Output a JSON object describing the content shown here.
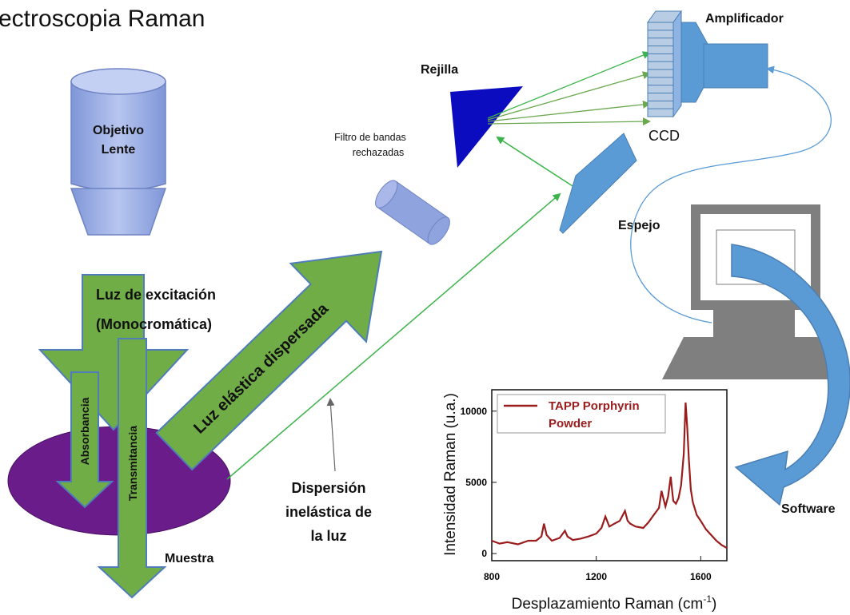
{
  "title": "ectroscopia Raman",
  "labels": {
    "objective_line1": "Objetivo",
    "objective_line2": "Lente",
    "excitation_line1": "Luz de excitación",
    "excitation_line2": "(Monocromática)",
    "absorbance": "Absorbancia",
    "transmittance": "Transmitancia",
    "elastic": "Luz elástica dispersada",
    "sample": "Muestra",
    "inelastic_line1": "Dispersión",
    "inelastic_line2": "inelástica de",
    "inelastic_line3": "la luz",
    "filter_line1": "Filtro de bandas",
    "filter_line2": "rechazadas",
    "grating": "Rejilla",
    "ccd": "CCD",
    "amplifier": "Amplificador",
    "mirror": "Espejo",
    "software": "Software"
  },
  "colors": {
    "green_arrow": "#70ad47",
    "green_light": "#3cb44b",
    "objective": "#8fa3de",
    "sample": "#6a1d8a",
    "grating": "#0b0bbf",
    "optics_blue": "#5b9bd5",
    "spectrum_line": "#9b1c1c",
    "monitor_gray": "#7f7f7f"
  },
  "chart_data": {
    "type": "line",
    "xlabel": "Desplazamiento Raman (cm",
    "xlabel_sup": "-1",
    "xlabel_close": ")",
    "ylabel": "Intensidad Raman (u.a.)",
    "xlim": [
      800,
      1700
    ],
    "ylim": [
      -500,
      11500
    ],
    "xticks": [
      "800",
      "1200",
      "1600"
    ],
    "yticks": [
      "0",
      "5000",
      "10000"
    ],
    "xtick_values": [
      800,
      1200,
      1600
    ],
    "ytick_values": [
      0,
      5000,
      10000
    ],
    "legend_line1": "TAPP Porphyrin",
    "legend_line2": "Powder",
    "legend_position": "top-left",
    "series": [
      {
        "name": "TAPP Porphyrin Powder",
        "x": [
          800,
          830,
          860,
          900,
          940,
          970,
          990,
          1000,
          1010,
          1030,
          1060,
          1080,
          1090,
          1110,
          1140,
          1170,
          1200,
          1220,
          1235,
          1250,
          1270,
          1290,
          1310,
          1320,
          1330,
          1350,
          1380,
          1400,
          1420,
          1440,
          1450,
          1458,
          1465,
          1475,
          1485,
          1490,
          1495,
          1505,
          1515,
          1525,
          1535,
          1542,
          1548,
          1555,
          1562,
          1570,
          1585,
          1600,
          1620,
          1640,
          1660,
          1680,
          1700
        ],
        "y": [
          900,
          700,
          800,
          650,
          900,
          900,
          1200,
          2100,
          1300,
          900,
          1100,
          1600,
          1200,
          950,
          1050,
          1200,
          1400,
          1800,
          2600,
          1900,
          2100,
          2300,
          3000,
          2300,
          2100,
          1900,
          1800,
          2200,
          2700,
          3200,
          4400,
          3800,
          3300,
          4000,
          5400,
          4500,
          3700,
          3500,
          3900,
          4800,
          7000,
          10600,
          9000,
          6500,
          4500,
          3600,
          2700,
          2300,
          1700,
          1300,
          900,
          600,
          400
        ]
      }
    ]
  }
}
